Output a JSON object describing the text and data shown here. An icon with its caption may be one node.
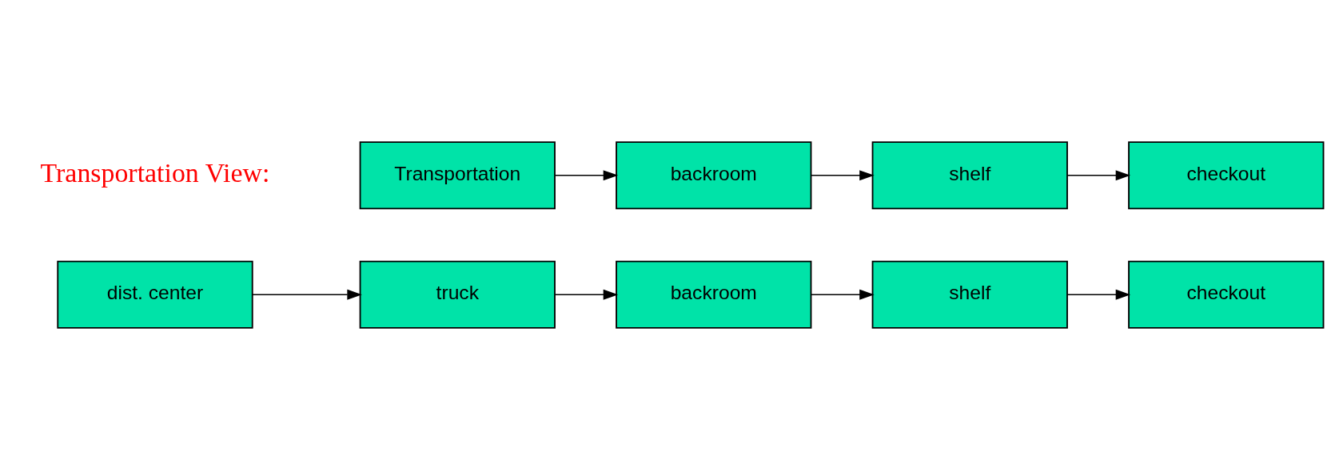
{
  "diagram": {
    "nodes": [
      {
        "text": [
          "Transportation"
        ]
      },
      {
        "text": [
          "backroom"
        ]
      },
      {
        "text": [
          "shelf"
        ]
      },
      {
        "text": [
          "checkout"
        ]
      },
      {
        "text": [
          "dist. center"
        ]
      },
      {
        "text": [
          "truck"
        ]
      },
      {
        "text": [
          "backroom"
        ]
      },
      {
        "text": [
          "shelf"
        ]
      },
      {
        "text": [
          "checkout"
        ]
      }
    ],
    "edges": [
      {
        "from": 0,
        "to": 1,
        "arrow": "to"
      },
      {
        "from": 1,
        "to": 2,
        "arrow": "to"
      },
      {
        "from": 2,
        "to": 3,
        "arrow": "to"
      },
      {
        "from": 4,
        "to": 5,
        "arrow": "to"
      },
      {
        "from": 5,
        "to": 6,
        "arrow": "to"
      },
      {
        "from": 6,
        "to": 7,
        "arrow": "to"
      },
      {
        "from": 7,
        "to": 8,
        "arrow": "to"
      }
    ],
    "labels": [
      "Transportation View:"
    ]
  }
}
